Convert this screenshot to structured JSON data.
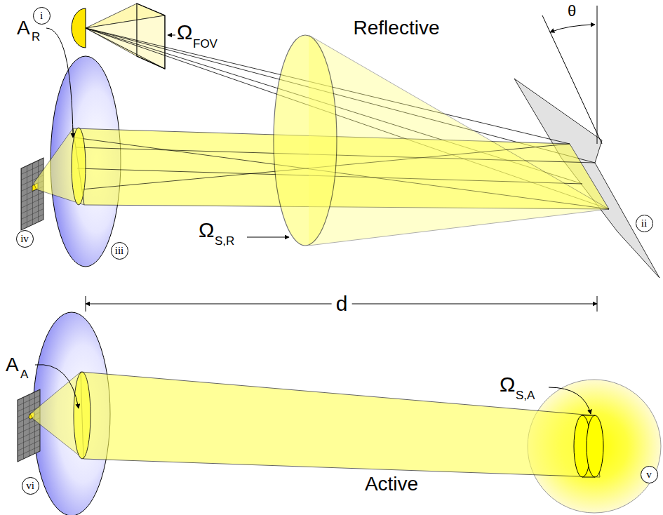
{
  "diagram": {
    "nodes": [
      {
        "text": [
          "i"
        ]
      },
      {
        "text": [
          "ii"
        ]
      },
      {
        "text": [
          "iv"
        ]
      },
      {
        "text": [
          "iii"
        ]
      },
      {
        "text": [
          "v"
        ]
      },
      {
        "text": [
          "vi"
        ]
      }
    ],
    "labels": [
      "Reflective",
      "θ",
      "Ω",
      "FOV",
      "A",
      "R",
      "Ω",
      "S,R",
      "d",
      "A",
      "A",
      "Ω",
      "S,A",
      "Active"
    ]
  }
}
